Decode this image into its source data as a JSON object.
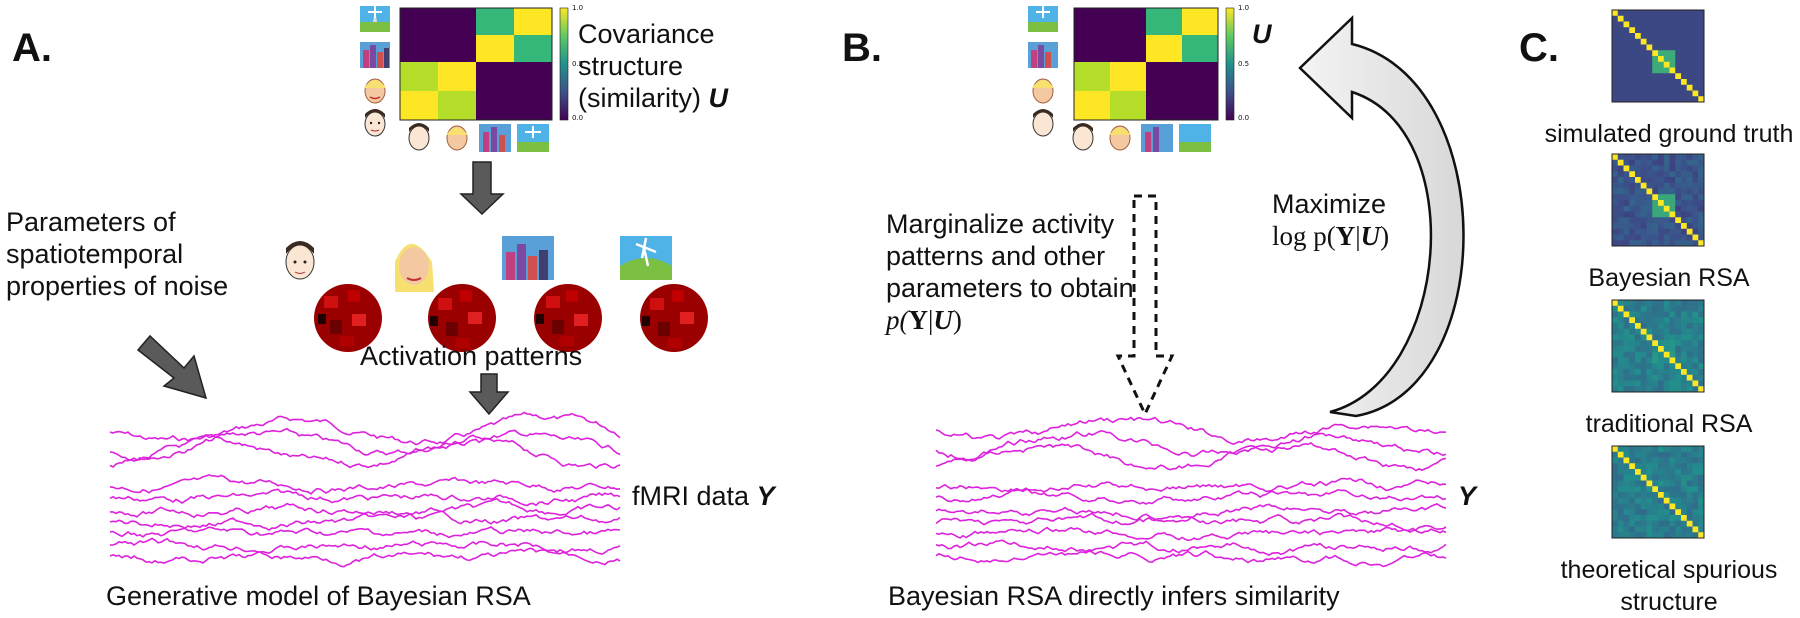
{
  "panel_a": {
    "letter": "A.",
    "cov_line1": "Covariance",
    "cov_line2": "structure",
    "cov_line3": "(similarity)",
    "cov_symbol": "U",
    "noise_line1": "Parameters of",
    "noise_line2": "spatiotemporal",
    "noise_line3": "properties of noise",
    "activation_label": "Activation patterns",
    "fmri_label": "fMRI data",
    "fmri_symbol": "Y",
    "caption": "Generative model of Bayesian RSA",
    "colorbar_ticks": [
      "1.0",
      "0.5",
      "0.0"
    ]
  },
  "panel_b": {
    "letter": "B.",
    "u_symbol": "U",
    "marg_line1": "Marginalize activity",
    "marg_line2": "patterns and other",
    "marg_line3": "parameters to obtain",
    "marg_p": "p(",
    "marg_y": "Y",
    "marg_bar": "|",
    "marg_u": "U",
    "marg_close": ")",
    "max_label": "Maximize",
    "max_log": "log p(",
    "max_y": "Y",
    "max_bar": "|",
    "max_u": "U",
    "max_close": ")",
    "y_symbol": "Y",
    "caption": "Bayesian RSA directly infers similarity",
    "colorbar_ticks": [
      "1.0",
      "0.5",
      "0.0"
    ]
  },
  "panel_c": {
    "letter": "C.",
    "labels": [
      "simulated ground truth",
      "Bayesian RSA",
      "traditional RSA",
      "theoretical spurious",
      "structure"
    ]
  },
  "colors": {
    "viridis_dark": "#440154",
    "viridis_yellow": "#fde725",
    "viridis_green": "#35b779",
    "viridis_lime": "#b5de2b",
    "trace": "#dd22dd",
    "arrow_gray": "#5a5a5a",
    "voxel_red": "#b00000"
  }
}
